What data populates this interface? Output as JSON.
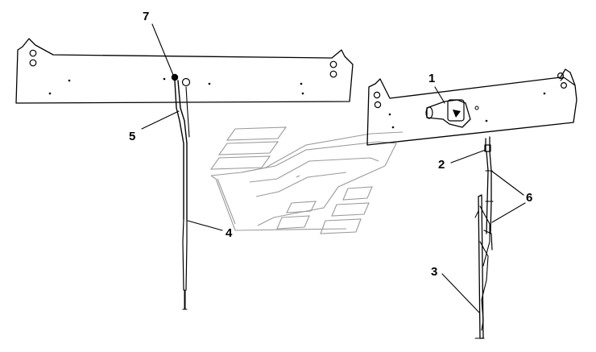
{
  "callouts": [
    {
      "id": "1",
      "label": "1"
    },
    {
      "id": "2",
      "label": "2"
    },
    {
      "id": "3",
      "label": "3"
    },
    {
      "id": "4",
      "label": "4"
    },
    {
      "id": "5",
      "label": "5"
    },
    {
      "id": "6",
      "label": "6"
    },
    {
      "id": "7",
      "label": "7"
    }
  ],
  "colors": {
    "line": "#000000",
    "watermark": "#9a9a9a",
    "background": "#ffffff"
  }
}
